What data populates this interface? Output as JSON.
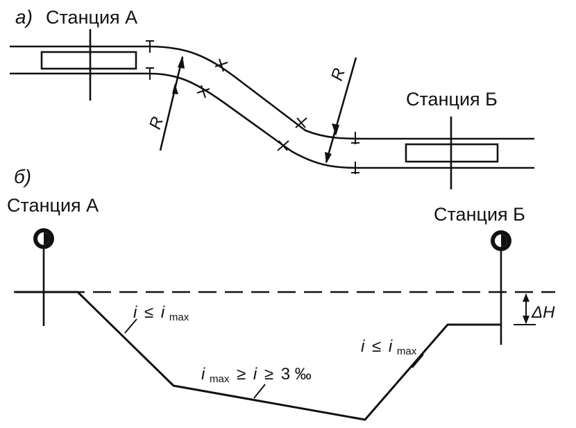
{
  "part_a": {
    "label": "а)",
    "station_a": "Станция А",
    "station_b": "Станция Б",
    "radius_label_1": "R",
    "radius_label_2": "R"
  },
  "part_b": {
    "label": "б)",
    "station_a": "Станция А",
    "station_b": "Станция Б",
    "delta_h": "ΔH",
    "slope_left": {
      "var": "i",
      "rel": "≤",
      "limit": "i",
      "limit_sub": "max"
    },
    "slope_bottom": {
      "limit": "i",
      "limit_sub": "max",
      "rel1": "≥",
      "var": "i",
      "rel2": "≥",
      "value": "3 ‰"
    },
    "slope_right": {
      "var": "i",
      "rel": "≤",
      "limit": "i",
      "limit_sub": "max"
    }
  }
}
